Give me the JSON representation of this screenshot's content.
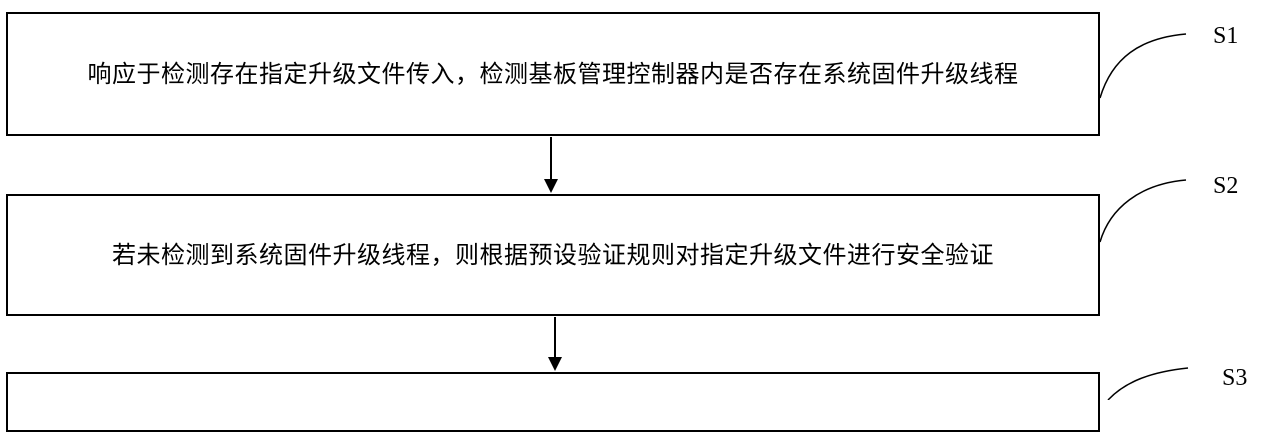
{
  "flowchart": {
    "steps": [
      {
        "label": "S1",
        "text": "响应于检测存在指定升级文件传入，检测基板管理控制器内是否存在系统固件升级线程"
      },
      {
        "label": "S2",
        "text": "若未检测到系统固件升级线程，则根据预设验证规则对指定升级文件进行安全验证"
      },
      {
        "label": "S3",
        "text": ""
      }
    ]
  },
  "colors": {
    "line": "#000000",
    "background": "#ffffff"
  }
}
